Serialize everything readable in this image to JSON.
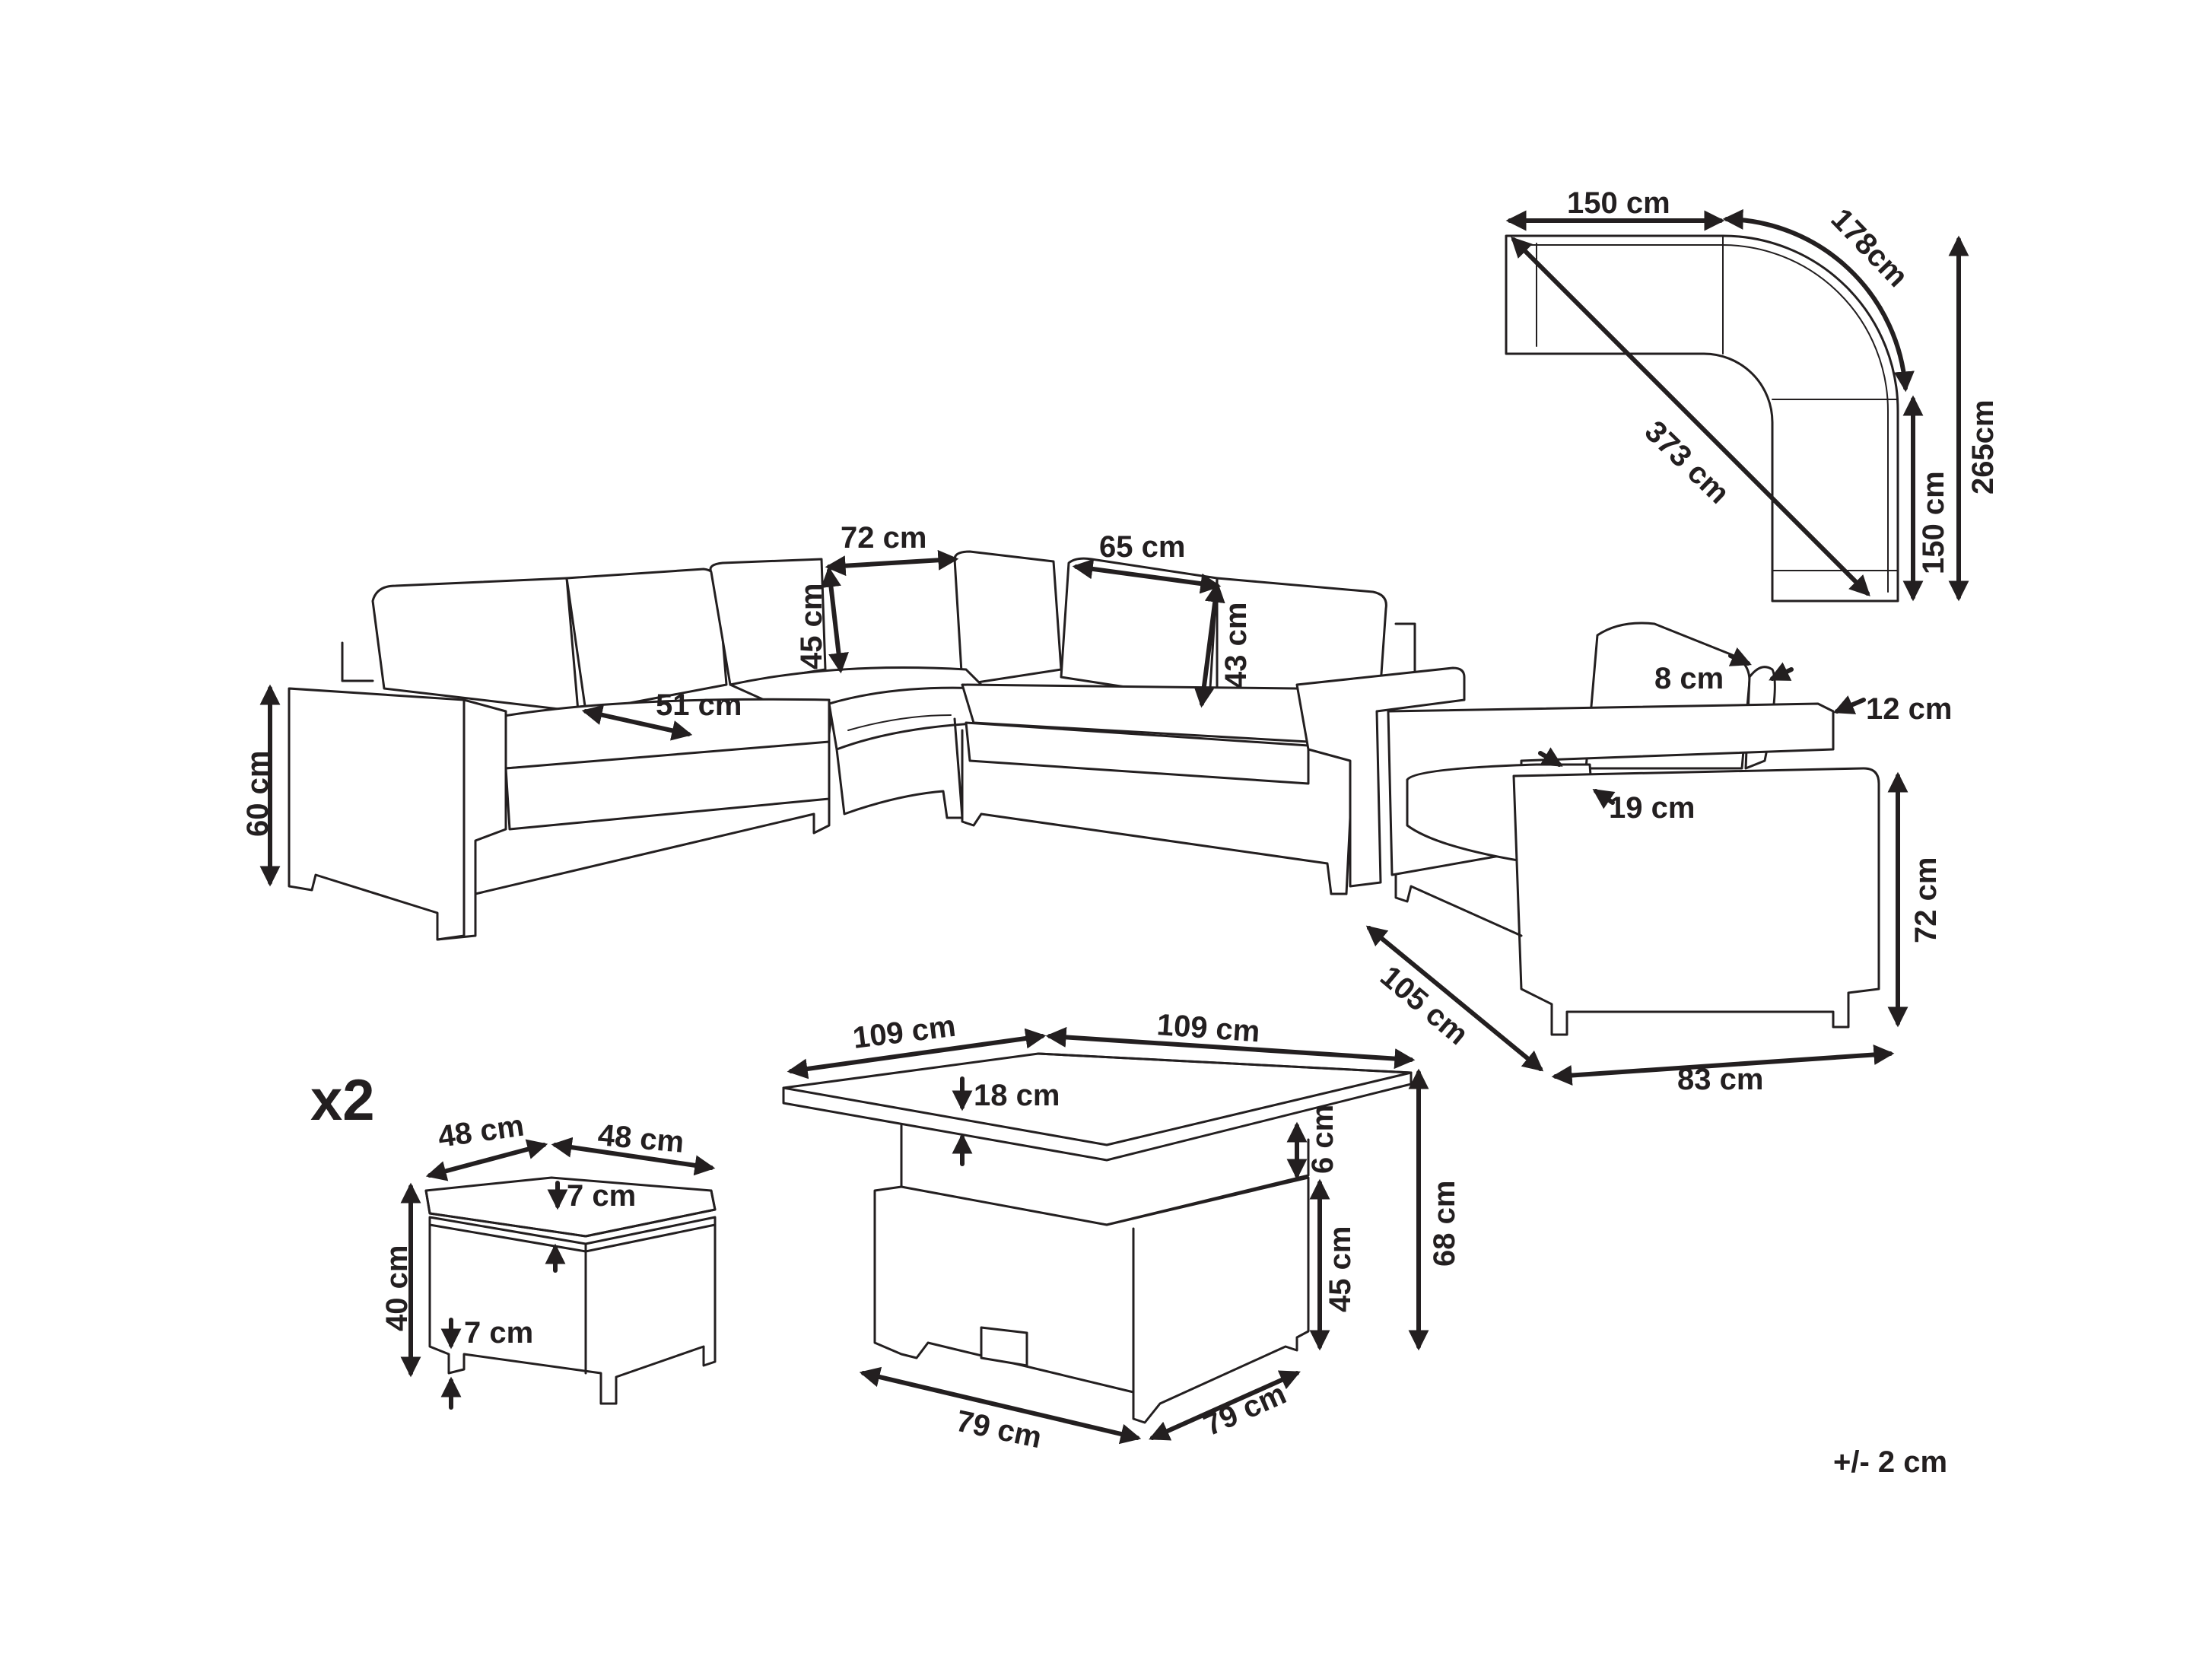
{
  "colors": {
    "line": "#231f20",
    "background": "#ffffff"
  },
  "multiplier": "x2",
  "tolerance": "+/- 2 cm",
  "dimensions": {
    "corner_top_width": "150 cm",
    "corner_arc": "178cm",
    "corner_total_depth": "265cm",
    "corner_diagonal": "373 cm",
    "corner_side_width": "150 cm",
    "sofa_corner_width": "72 cm",
    "sofa_back_height_corner": "45 cm",
    "sofa_cushion_width": "65 cm",
    "sofa_back_height": "43 cm",
    "sofa_seat_depth": "51 cm",
    "sofa_height": "60 cm",
    "armchair_back_thickness": "8 cm",
    "armchair_back_offset": "12 cm",
    "armchair_arm_width": "19 cm",
    "armchair_height": "72 cm",
    "armchair_depth": "105 cm",
    "armchair_width": "83 cm",
    "table_width_left": "109 cm",
    "table_width_right": "109 cm",
    "table_top_thickness": "18 cm",
    "table_gap": "6 cm",
    "table_base_height": "45 cm",
    "table_height": "68 cm",
    "table_base_depth": "79 cm",
    "table_base_width": "79 cm",
    "stool_width_left": "48 cm",
    "stool_width_right": "48 cm",
    "stool_cushion": "7 cm",
    "stool_height": "40 cm",
    "stool_leg": "7 cm"
  }
}
